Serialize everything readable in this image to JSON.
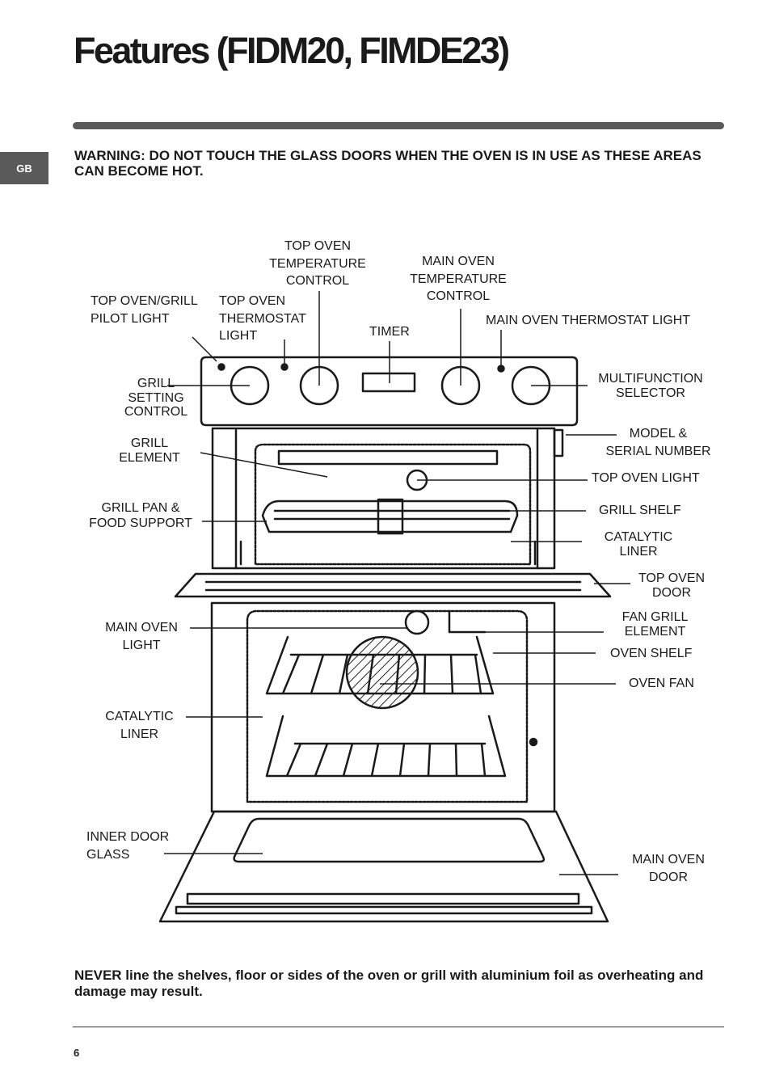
{
  "page": {
    "title": "Features (FIDM20, FIMDE23)",
    "language_tab": "GB",
    "warning": "WARNING: DO NOT TOUCH THE GLASS DOORS WHEN THE OVEN IS IN USE AS THESE AREAS CAN BECOME HOT.",
    "notice": "NEVER line the shelves, floor or sides of the oven or grill with aluminium foil as overheating and damage may result.",
    "page_number": "6"
  },
  "labels": {
    "top_oven_grill_pilot_light": [
      "TOP OVEN/GRILL",
      "PILOT LIGHT"
    ],
    "top_oven_thermostat_light": [
      "TOP OVEN",
      "THERMOSTAT",
      "LIGHT"
    ],
    "top_oven_temperature_control": [
      "TOP OVEN",
      "TEMPERATURE",
      "CONTROL"
    ],
    "timer": [
      "TIMER"
    ],
    "main_oven_temperature_control": [
      "MAIN OVEN",
      "TEMPERATURE",
      "CONTROL"
    ],
    "main_oven_thermostat_light": [
      "MAIN OVEN THERMOSTAT LIGHT"
    ],
    "grill_setting_control": [
      "GRILL",
      "SETTING",
      "CONTROL"
    ],
    "multifunction_selector": [
      "MULTIFUNCTION",
      "SELECTOR"
    ],
    "grill_element": [
      "GRILL",
      "ELEMENT"
    ],
    "model_serial_number": [
      "MODEL &",
      "SERIAL NUMBER"
    ],
    "top_oven_light": [
      "TOP OVEN LIGHT"
    ],
    "grill_pan_food_support": [
      "GRILL PAN &",
      "FOOD SUPPORT"
    ],
    "grill_shelf": [
      "GRILL SHELF"
    ],
    "catalytic_liner_top": [
      "CATALYTIC",
      "LINER"
    ],
    "top_oven_door": [
      "TOP OVEN",
      "DOOR"
    ],
    "main_oven_light": [
      "MAIN OVEN",
      "LIGHT"
    ],
    "fan_grill_element": [
      "FAN GRILL",
      "ELEMENT"
    ],
    "oven_shelf": [
      "OVEN SHELF"
    ],
    "oven_fan": [
      "OVEN FAN"
    ],
    "catalytic_liner_main": [
      "CATALYTIC",
      "LINER"
    ],
    "inner_door_glass": [
      "INNER DOOR",
      "GLASS"
    ],
    "main_oven_door": [
      "MAIN OVEN",
      "DOOR"
    ]
  }
}
